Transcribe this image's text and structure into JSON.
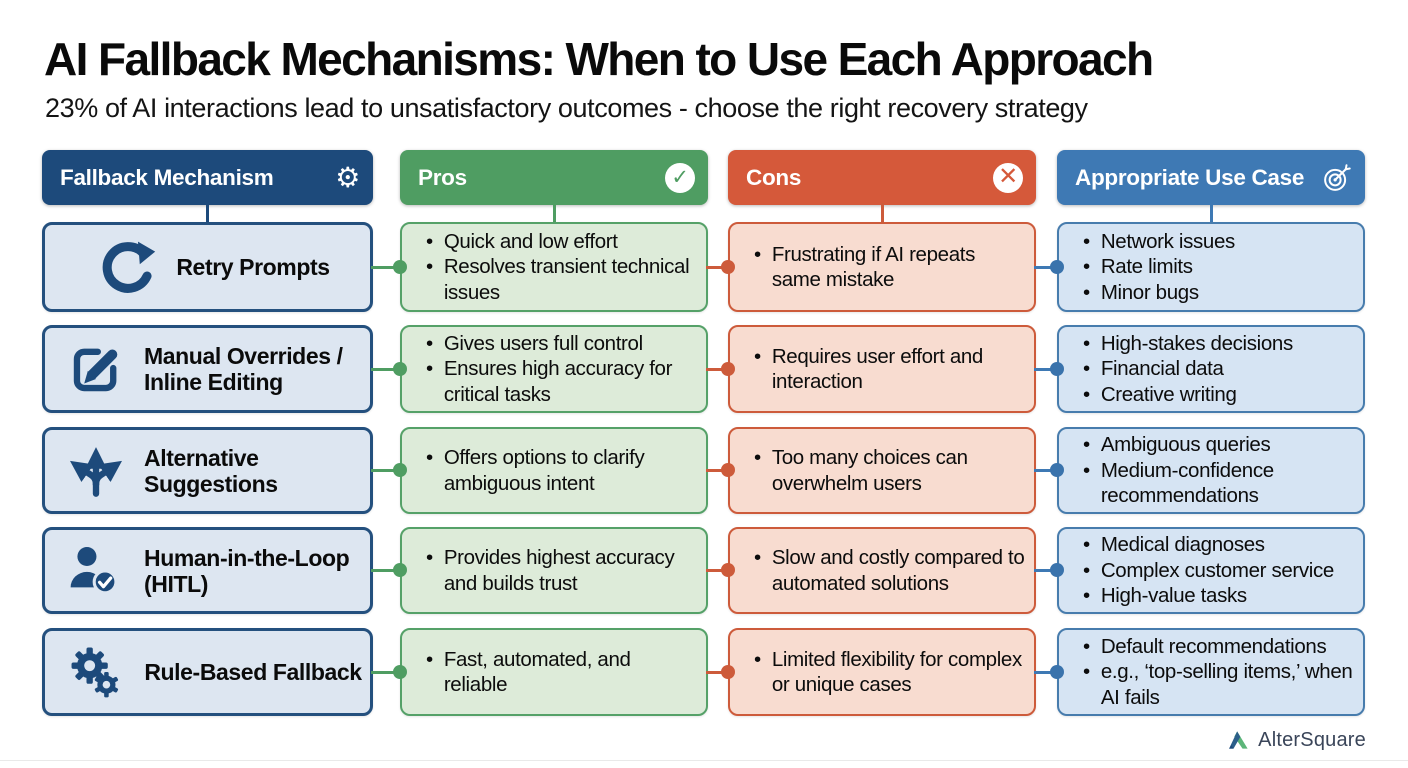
{
  "page": {
    "title": "AI Fallback Mechanisms: When to Use Each Approach",
    "subtitle": "23% of AI interactions lead to unsatisfactory outcomes - choose the right recovery strategy"
  },
  "table": {
    "headers": [
      {
        "label": "Fallback Mechanism",
        "icon": "gear-icon",
        "color": "#1d4a7b"
      },
      {
        "label": "Pros",
        "icon": "check-circle-icon",
        "color": "#4f9d62"
      },
      {
        "label": "Cons",
        "icon": "x-circle-icon",
        "color": "#d5593a"
      },
      {
        "label": "Appropriate Use Case",
        "icon": "target-icon",
        "color": "#3e79b4"
      }
    ],
    "rows": [
      {
        "mechanism": "Retry Prompts",
        "icon": "retry-icon",
        "pros": [
          "Quick and low effort",
          "Resolves transient technical issues"
        ],
        "cons": [
          "Frustrating if AI repeats same mistake"
        ],
        "use_cases": [
          "Network issues",
          "Rate limits",
          "Minor bugs"
        ]
      },
      {
        "mechanism": "Manual Overrides / Inline Editing",
        "icon": "edit-icon",
        "pros": [
          "Gives users full control",
          "Ensures high accuracy for critical tasks"
        ],
        "cons": [
          "Requires user effort and interaction"
        ],
        "use_cases": [
          "High-stakes decisions",
          "Financial data",
          "Creative writing"
        ]
      },
      {
        "mechanism": "Alternative Suggestions",
        "icon": "branching-arrows-icon",
        "pros": [
          "Offers options to clarify ambiguous intent"
        ],
        "cons": [
          "Too many choices can overwhelm users"
        ],
        "use_cases": [
          "Ambiguous queries",
          "Medium-confidence recommendations"
        ]
      },
      {
        "mechanism": "Human-in-the-Loop (HITL)",
        "icon": "person-check-icon",
        "pros": [
          "Provides highest accuracy and builds trust"
        ],
        "cons": [
          "Slow and costly compared to automated solutions"
        ],
        "use_cases": [
          "Medical diagnoses",
          "Complex customer service",
          "High-value tasks"
        ]
      },
      {
        "mechanism": "Rule-Based Fallback",
        "icon": "gears-icon",
        "pros": [
          "Fast, automated, and reliable"
        ],
        "cons": [
          "Limited flexibility for complex or unique cases"
        ],
        "use_cases": [
          "Default recommendations",
          "e.g., ‘top-selling items,’ when AI fails"
        ]
      }
    ]
  },
  "footer": {
    "brand": "AlterSquare"
  },
  "colors": {
    "mechanism_header": "#1d4a7b",
    "pros_header": "#4f9d62",
    "cons_header": "#d5593a",
    "use_case_header": "#3e79b4",
    "mechanism_card_bg": "#dde6f1",
    "pros_card_bg": "#ddebd9",
    "cons_card_bg": "#f8dcd0",
    "use_case_card_bg": "#d6e4f3"
  }
}
